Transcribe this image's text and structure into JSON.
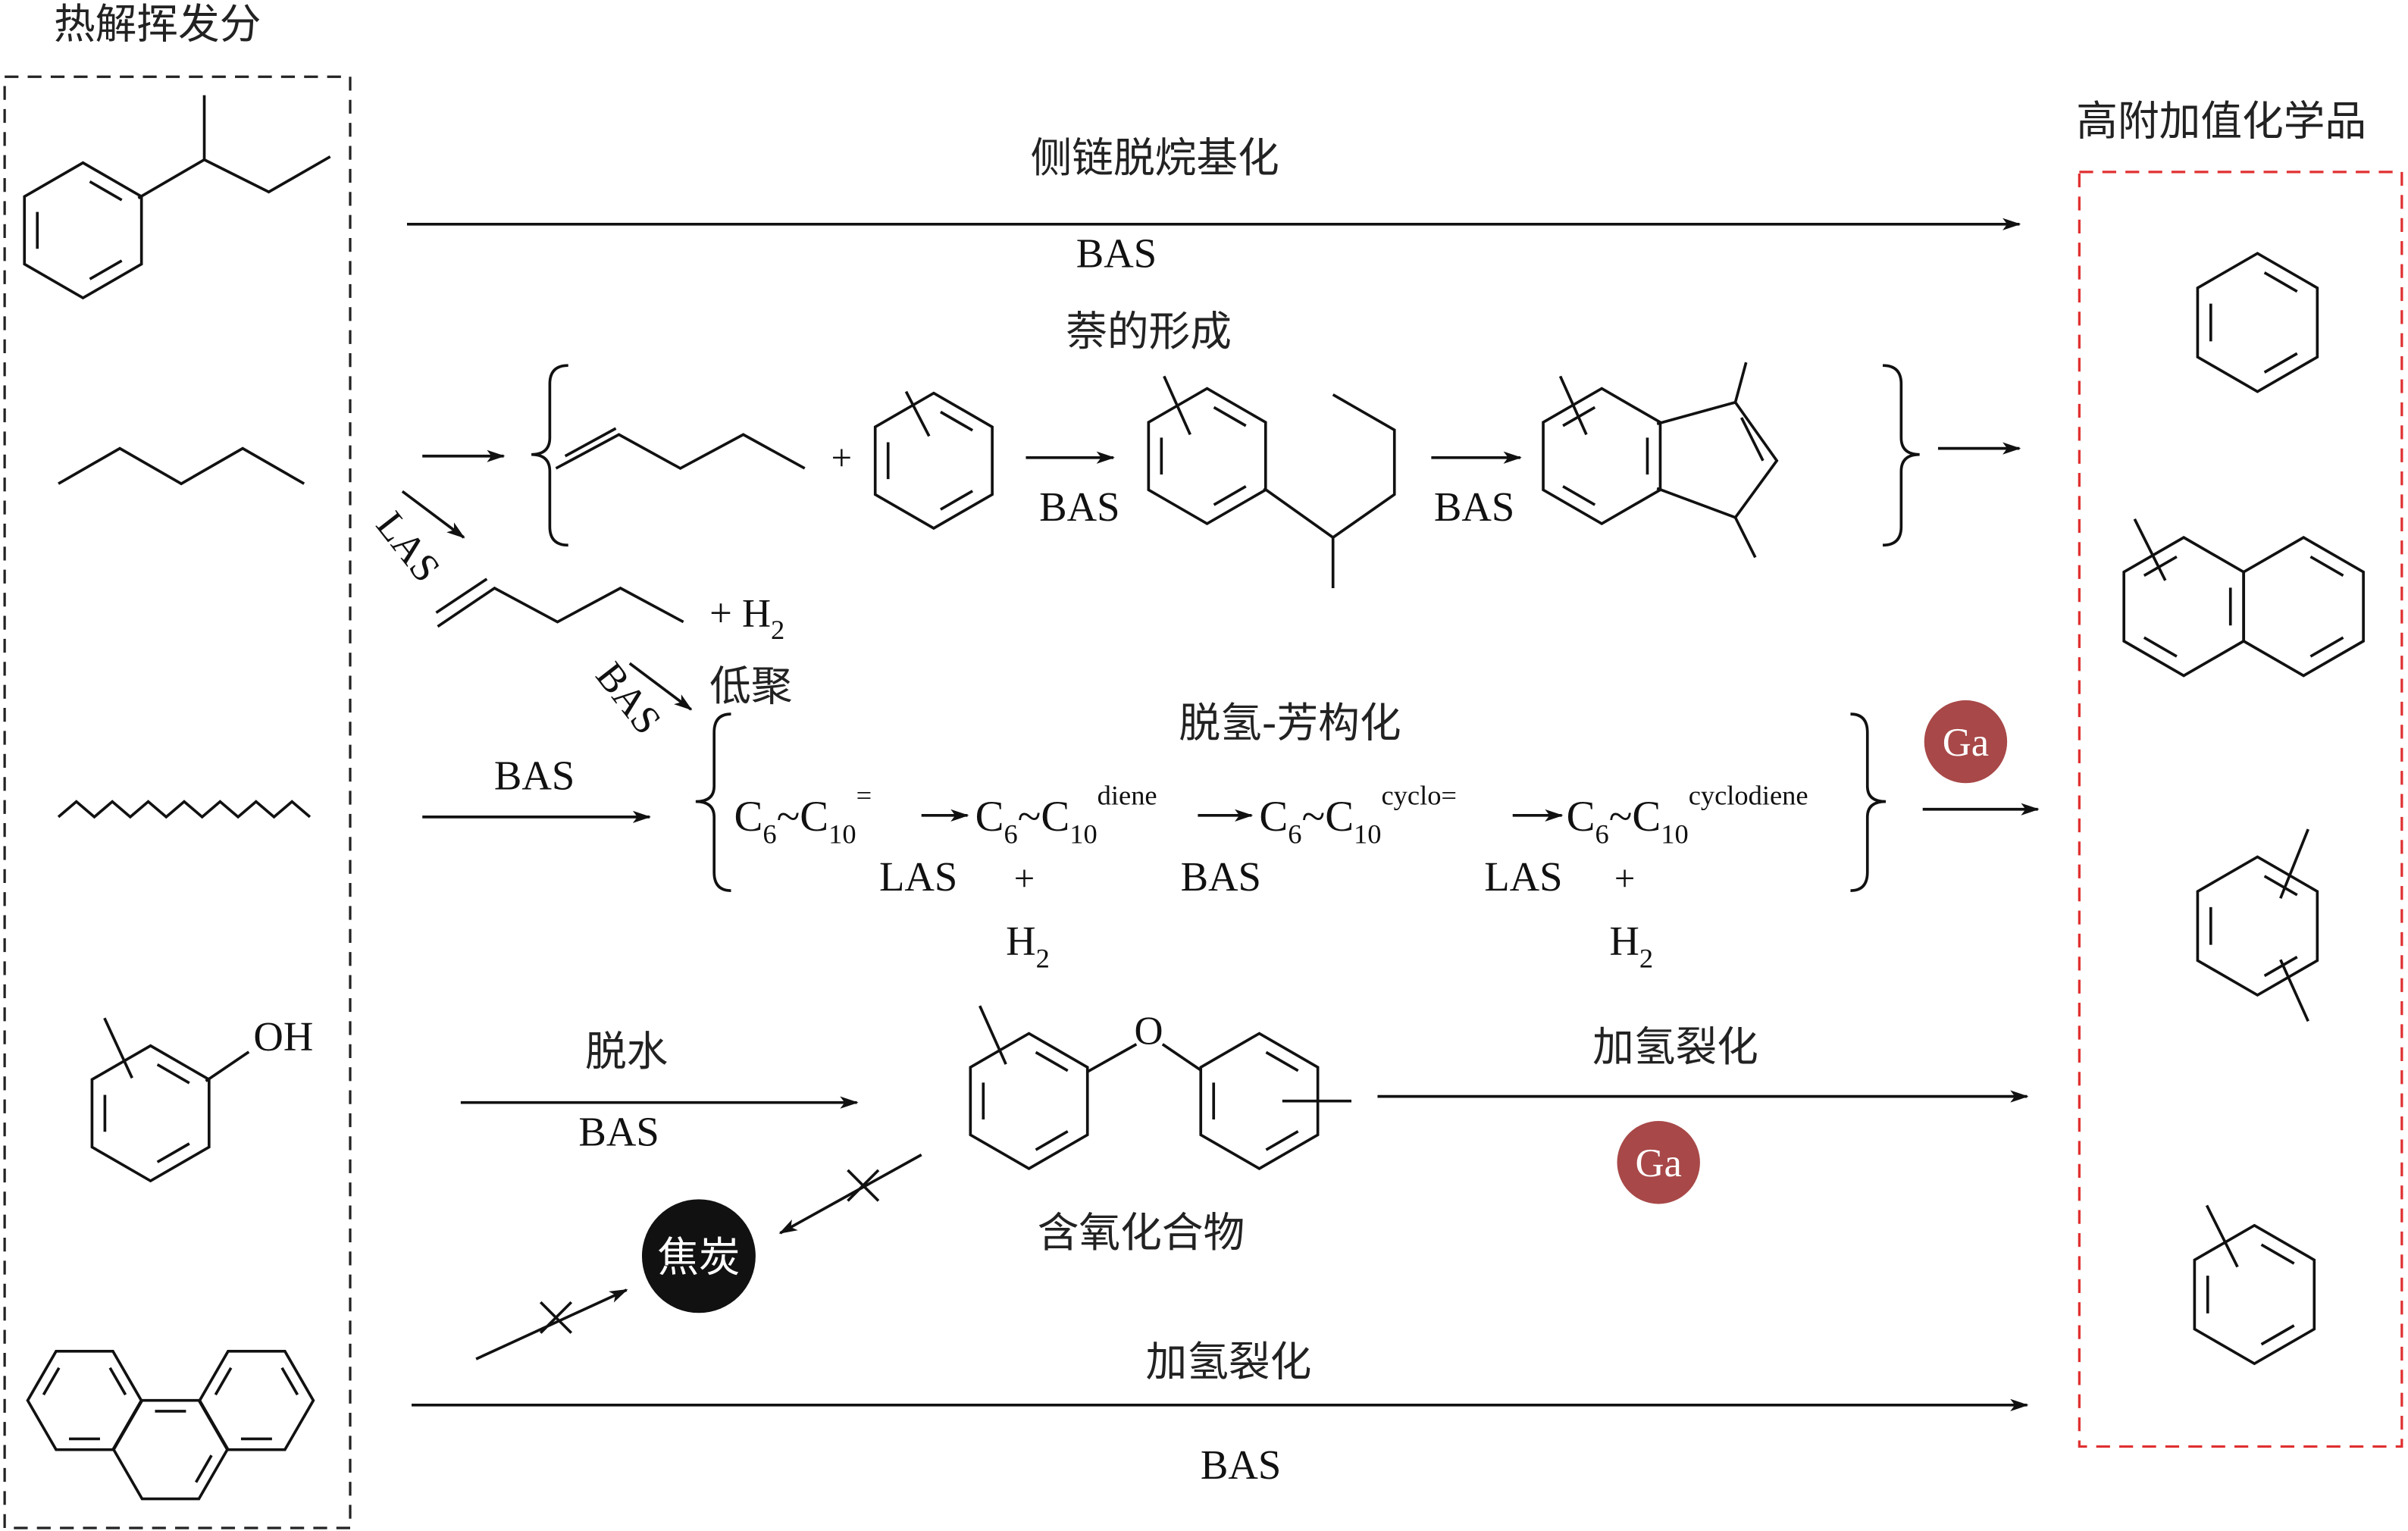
{
  "left_box": {
    "title": "热解挥发分",
    "oh_label": "OH"
  },
  "right_box": {
    "title": "高附加值化学品",
    "border_color": "#E03030"
  },
  "routes": {
    "dealkylation": {
      "label": "侧链脱烷基化",
      "site": "BAS"
    },
    "naphthalene_formation": {
      "label": "萘的形成",
      "plus": "+",
      "step1_site": "BAS",
      "step2_site": "BAS"
    },
    "las_branch": {
      "site": "LAS",
      "plus_h2": "+ H",
      "h2_sub": "2"
    },
    "oligomerization": {
      "site": "BAS",
      "label": "低聚"
    },
    "dehydroaromatization": {
      "entry_site": "BAS",
      "label": "脱氢-芳构化",
      "formula_c": "C",
      "sub6": "6",
      "tilde": "~",
      "sub10": "10",
      "sup": [
        "=",
        "diene",
        "cyclo=",
        "cyclodiene"
      ],
      "sites": [
        "LAS",
        "+",
        "BAS",
        "LAS",
        "+"
      ],
      "h2": "H",
      "h2_sub": "2"
    },
    "dehydration": {
      "label": "脱水",
      "site": "BAS",
      "oxygen": "O",
      "product": "含氧化合物"
    },
    "oxygenate_hydrocracking": {
      "label": "加氢裂化"
    },
    "bottom_hydrocracking": {
      "label": "加氢裂化",
      "site": "BAS"
    },
    "coke": {
      "label": "焦炭"
    },
    "ga": {
      "label": "Ga",
      "color": "#A84848"
    }
  }
}
